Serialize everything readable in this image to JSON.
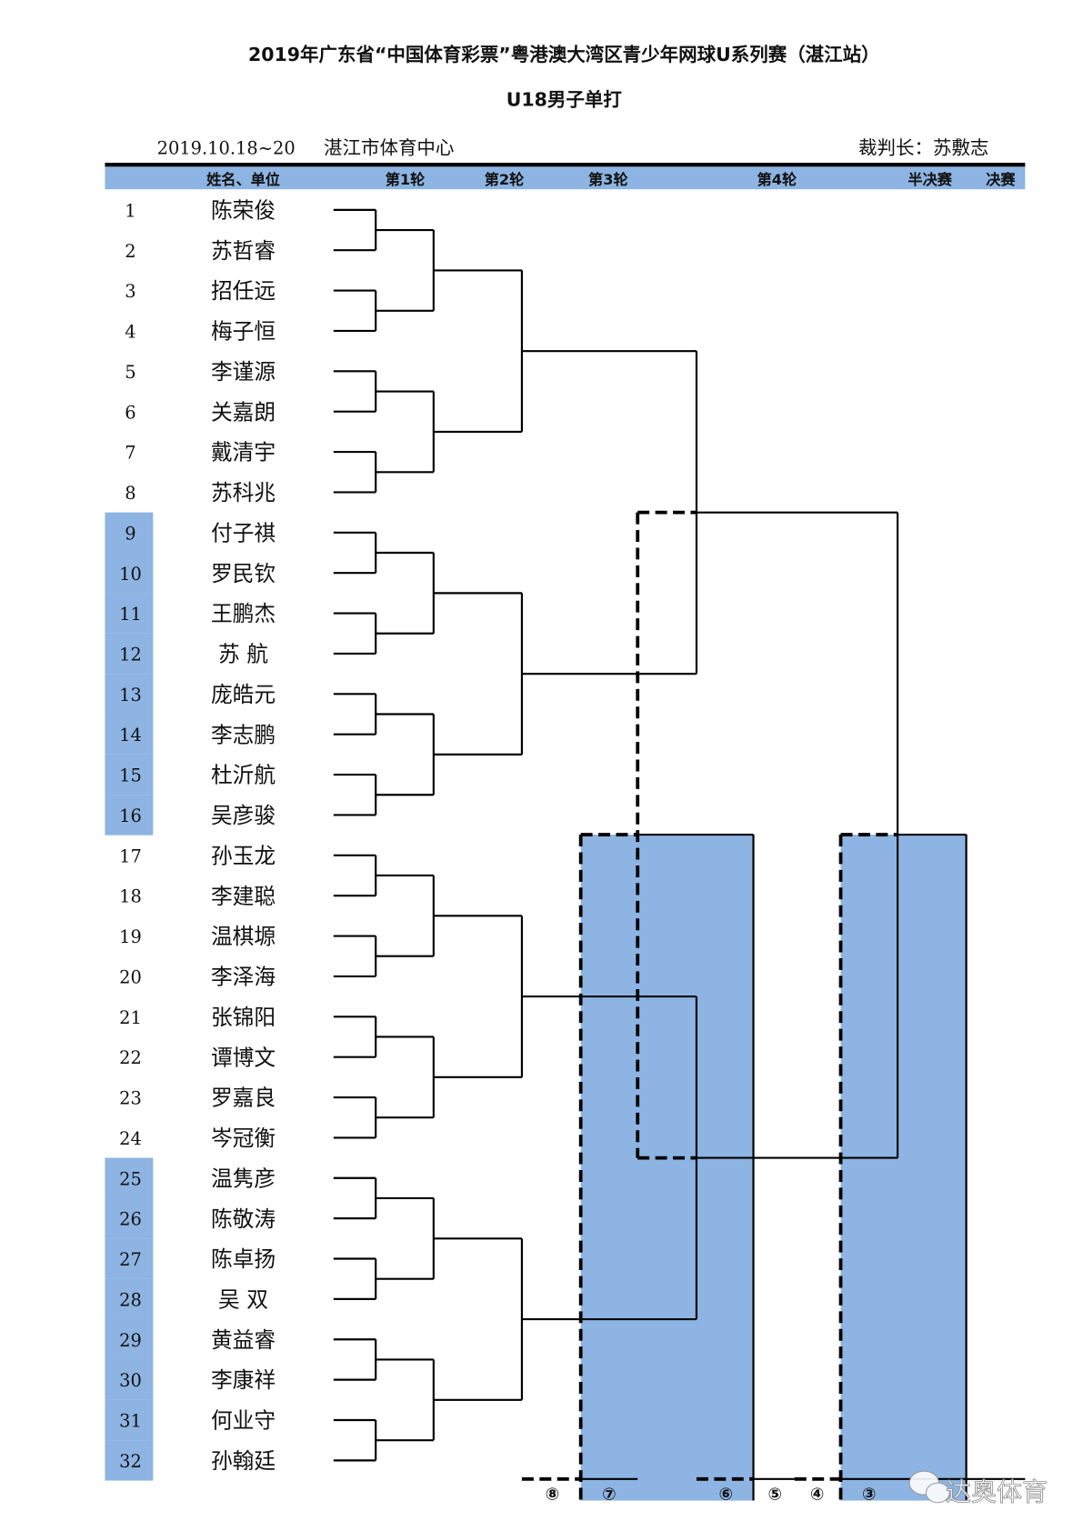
{
  "title": "2019年广东省“中国体育彩票”粤港澳大湾区青少年网球U系列赛（湛江站）",
  "subtitle": "U18男子单打",
  "info": {
    "date": "2019.10.18~20",
    "venue": "湛江市体育中心",
    "referee": "裁判长：苏敷志"
  },
  "header": {
    "name_unit": "姓名、单位",
    "round1": "第1轮",
    "round2": "第2轮",
    "round3": "第3轮",
    "round4": "第4轮",
    "semifinal": "半决赛",
    "final": "决赛"
  },
  "players": [
    {
      "no": "1",
      "name": "陈荣俊"
    },
    {
      "no": "2",
      "name": "苏哲睿"
    },
    {
      "no": "3",
      "name": "招任远"
    },
    {
      "no": "4",
      "name": "梅子恒"
    },
    {
      "no": "5",
      "name": "李谨源"
    },
    {
      "no": "6",
      "name": "关嘉朗"
    },
    {
      "no": "7",
      "name": "戴清宇"
    },
    {
      "no": "8",
      "name": "苏科兆"
    },
    {
      "no": "9",
      "name": "付子祺"
    },
    {
      "no": "10",
      "name": "罗民钦"
    },
    {
      "no": "11",
      "name": "王鹏杰"
    },
    {
      "no": "12",
      "name": "苏  航"
    },
    {
      "no": "13",
      "name": "庞皓元"
    },
    {
      "no": "14",
      "name": "李志鹏"
    },
    {
      "no": "15",
      "name": "杜沂航"
    },
    {
      "no": "16",
      "name": "吴彦骏"
    },
    {
      "no": "17",
      "name": "孙玉龙"
    },
    {
      "no": "18",
      "name": "李建聪"
    },
    {
      "no": "19",
      "name": "温棋塬"
    },
    {
      "no": "20",
      "name": "李泽海"
    },
    {
      "no": "21",
      "name": "张锦阳"
    },
    {
      "no": "22",
      "name": "谭博文"
    },
    {
      "no": "23",
      "name": "罗嘉良"
    },
    {
      "no": "24",
      "name": "岑冠衡"
    },
    {
      "no": "25",
      "name": "温隽彦"
    },
    {
      "no": "26",
      "name": "陈敬涛"
    },
    {
      "no": "27",
      "name": "陈卓扬"
    },
    {
      "no": "28",
      "name": "吴  双"
    },
    {
      "no": "29",
      "name": "黄益睿"
    },
    {
      "no": "30",
      "name": "李康祥"
    },
    {
      "no": "31",
      "name": "何业守"
    },
    {
      "no": "32",
      "name": "孙翰廷"
    }
  ],
  "highlighted_rows": [
    9,
    10,
    11,
    12,
    13,
    14,
    15,
    16,
    25,
    26,
    27,
    28,
    29,
    30,
    31,
    32
  ],
  "placings": [
    "⑧",
    "⑦",
    "⑥",
    "⑤",
    "④",
    "③"
  ],
  "watermark": "达奥体育",
  "colors": {
    "highlight": "#8db4e2",
    "line": "#000000"
  }
}
